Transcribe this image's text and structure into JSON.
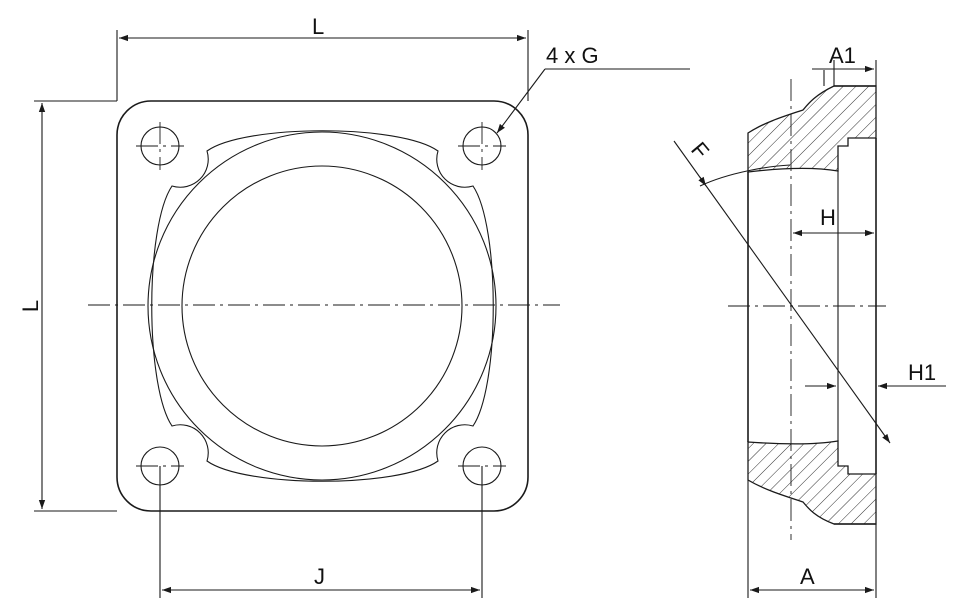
{
  "labels": {
    "top_width": "L",
    "holes": "4 x G",
    "left_height": "L",
    "bottom_width": "J",
    "flange_thickness": "A1",
    "diameter": "F",
    "hub": "H",
    "hub_offset": "H1",
    "overall_thickness": "A"
  }
}
